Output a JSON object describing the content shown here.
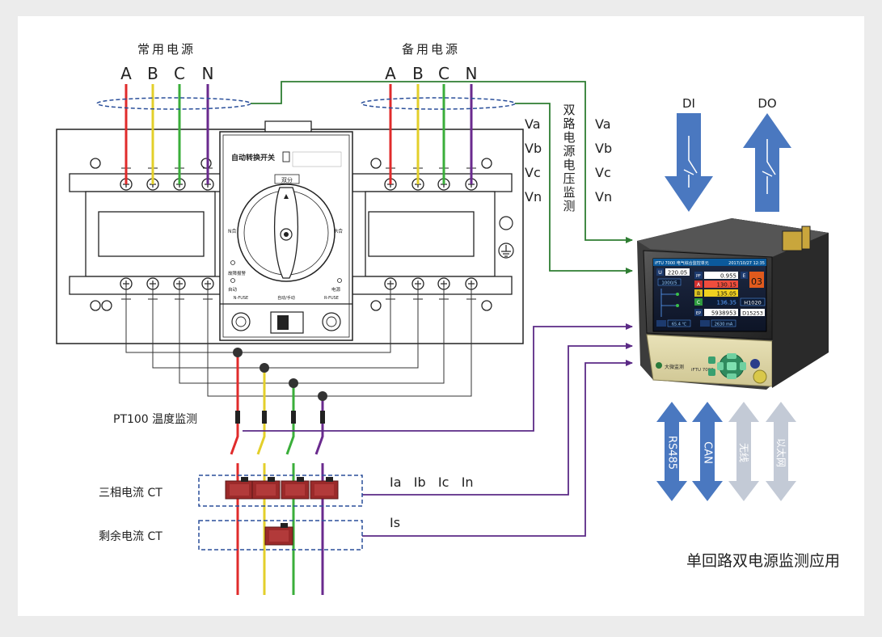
{
  "colors": {
    "phase_a": "#e02b2b",
    "phase_b": "#e3cf2a",
    "phase_c": "#3aae3a",
    "phase_n": "#6a2a8e",
    "signal_green": "#2e7d32",
    "signal_purple": "#5b2a86",
    "arrow_blue": "#4a78c0",
    "arrow_grey": "#c3cad6"
  },
  "labels": {
    "main_source": "常用电源",
    "backup_source": "备用电源",
    "phases": [
      "A",
      "B",
      "C",
      "N"
    ],
    "voltage_left": [
      "Va",
      "Vb",
      "Vc",
      "Vn"
    ],
    "voltage_right": [
      "Va",
      "Vb",
      "Vc",
      "Vn"
    ],
    "voltage_monitor": [
      "双",
      "路",
      "电",
      "源",
      "电",
      "压",
      "监",
      "测"
    ],
    "pt100": "PT100 温度监测",
    "three_phase_ct": "三相电流 CT",
    "residual_ct": "剩余电流 CT",
    "currents": "Ia   Ib   Ic   In",
    "residual_current": "Is",
    "di": "DI",
    "do": "DO",
    "comms": [
      "RS485",
      "CAN",
      "无线",
      "以太网"
    ],
    "caption": "单回路双电源监测应用"
  },
  "ats": {
    "title": "自动转换开关",
    "position_label": "双分",
    "n_label": "N合",
    "r_label": "R合",
    "fault_label": "故障报警",
    "auto_label": "自动",
    "manual_label": "自动/手动",
    "power_label": "电源",
    "n_fuse": "N-FUSE",
    "r_fuse": "R-FUSE"
  },
  "device": {
    "model": "iFTU 7000 电气综合监控单元",
    "datetime": "2017/10/27 12:35",
    "u_value": "220.05",
    "pf_value": "0.955",
    "a_value": "130.15",
    "b_value": "135.05",
    "c_value": "136.35",
    "e_value": "03",
    "h_value": "H1020",
    "ep_value": "5938953",
    "d_value": "D15253",
    "ratio": "1000/5",
    "temp_value": "65.4 ℃",
    "current_value": "2630 mA",
    "brand": "大微监测",
    "product": "iFTU 7000"
  }
}
